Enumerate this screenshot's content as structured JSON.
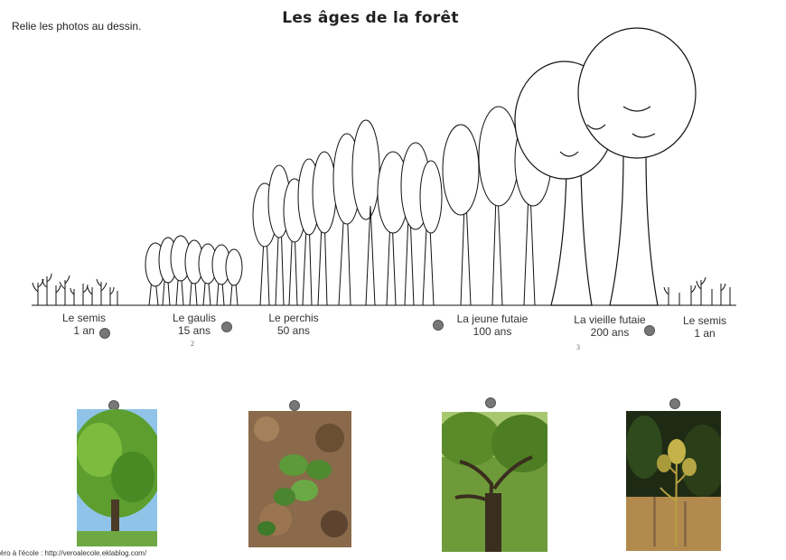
{
  "header": {
    "title": "Les âges de la forêt",
    "instruction": "Relie les photos au dessin."
  },
  "stages": [
    {
      "name": "Le semis",
      "age": "1 an"
    },
    {
      "name": "Le gaulis",
      "age": "15 ans"
    },
    {
      "name": "Le perchis",
      "age": "50 ans"
    },
    {
      "name": "La jeune futaie",
      "age": "100 ans"
    },
    {
      "name": "La vieille futaie",
      "age": "200 ans"
    },
    {
      "name": "Le semis",
      "age": "1 an"
    }
  ],
  "figure_numbers": [
    "2",
    "3"
  ],
  "photos": [
    {
      "icon": "oak-tree-photo"
    },
    {
      "icon": "oak-seedling-photo"
    },
    {
      "icon": "old-oak-trunk-photo"
    },
    {
      "icon": "sapling-photo"
    }
  ],
  "footer": "éro à l'école : http://veroalecole.eklablog.com/"
}
